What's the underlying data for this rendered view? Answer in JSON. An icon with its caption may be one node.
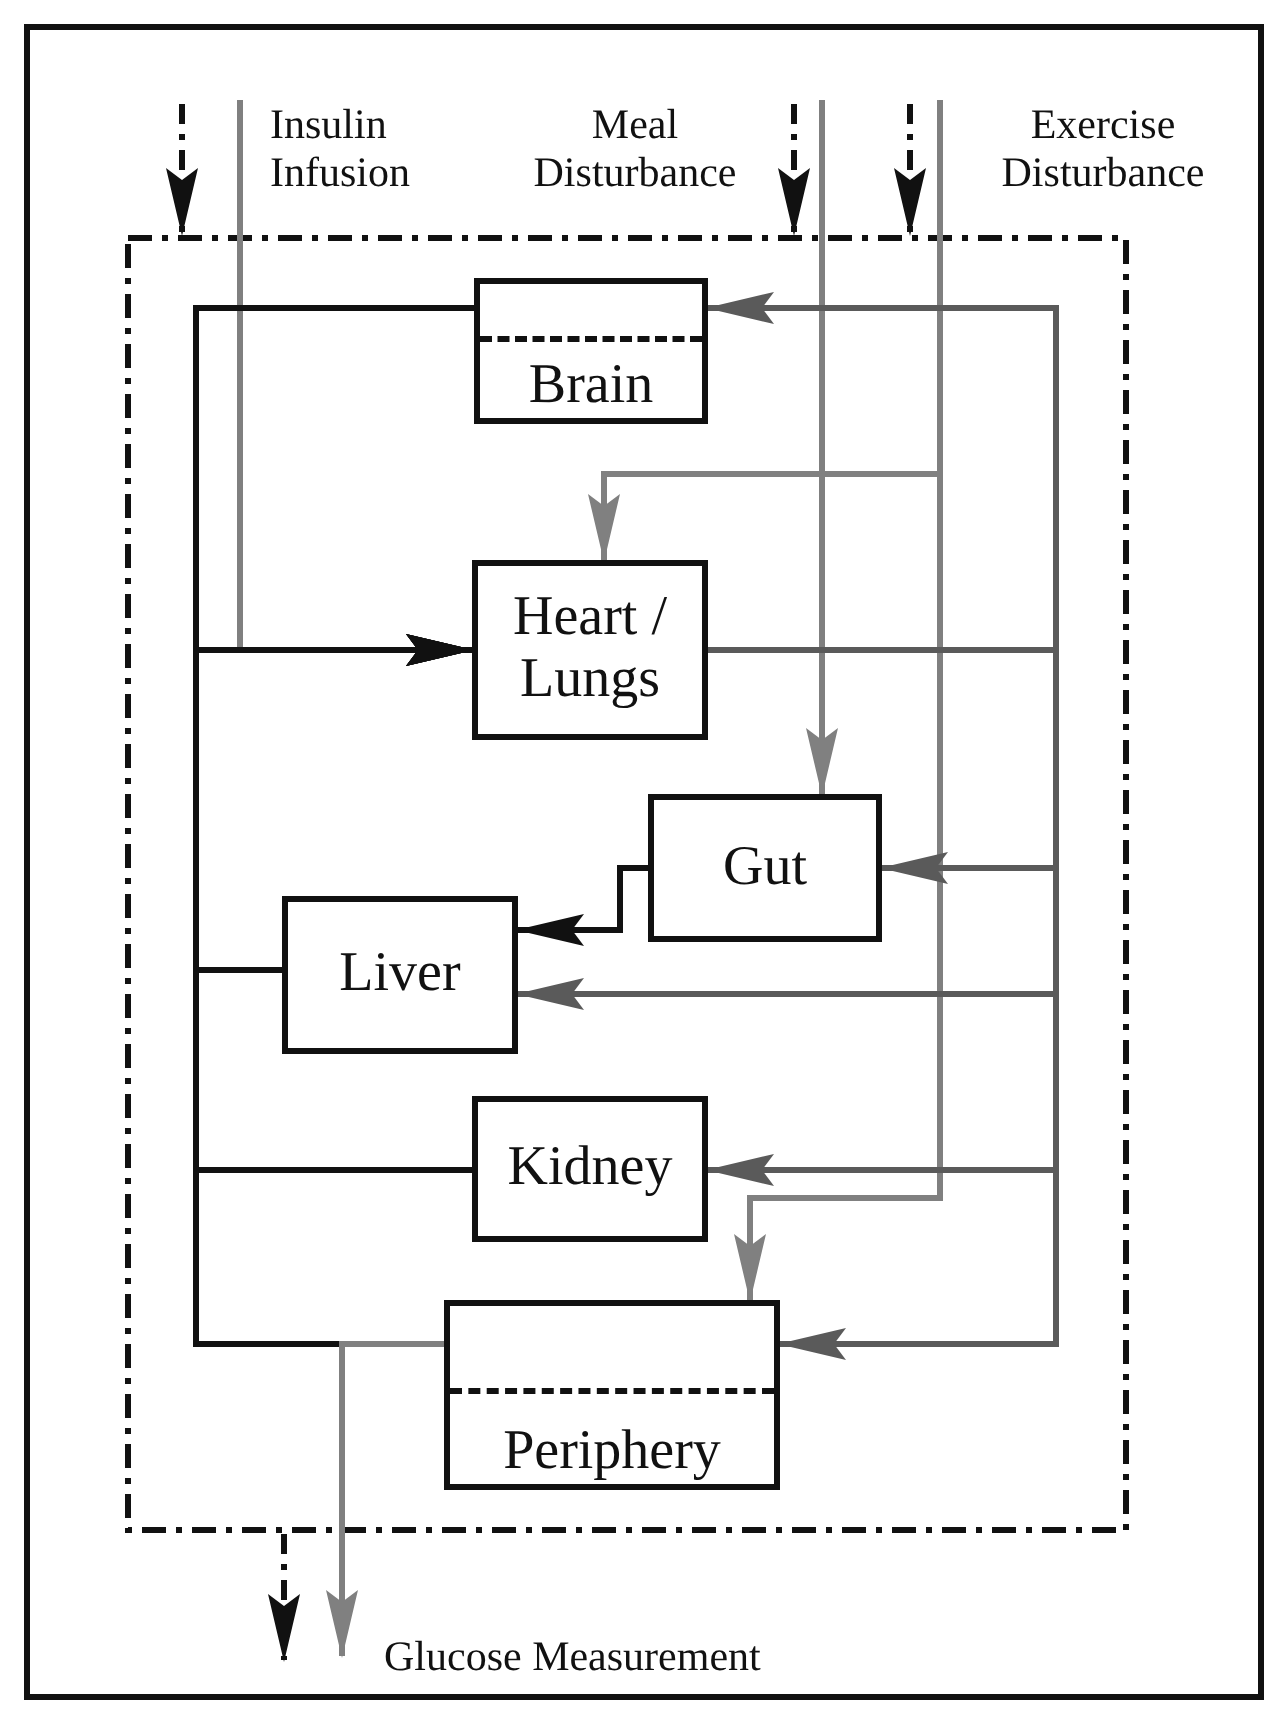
{
  "diagram": {
    "nodes": [
      {
        "text": [],
        "shape": "box"
      },
      {
        "text": [
          "Insulin Infusion"
        ]
      },
      {
        "text": [
          "Meal Disturbance"
        ]
      },
      {
        "text": [
          "Exercise Disturbance"
        ]
      },
      {
        "text": [
          "Brain"
        ],
        "in": 0
      },
      {
        "text": [
          "Heart / Lungs"
        ],
        "in": 0
      },
      {
        "text": [
          "Gut"
        ],
        "in": 0
      },
      {
        "text": [
          "Liver"
        ],
        "in": 0
      },
      {
        "text": [
          "Kidney"
        ],
        "in": 0
      },
      {
        "text": [
          "Periphery"
        ],
        "in": 0
      },
      {
        "text": [
          "Glucose Measurement"
        ]
      }
    ],
    "edges": [
      {
        "from": null,
        "to": 0,
        "arrow": "to",
        "style": "dashed"
      },
      {
        "from": null,
        "to": 0,
        "arrow": "to",
        "style": "dashed"
      },
      {
        "from": null,
        "to": 0,
        "arrow": "to",
        "style": "dashed"
      },
      {
        "from": 0,
        "to": null,
        "arrow": "to",
        "style": "dashed"
      },
      {
        "from": 1,
        "to": 5,
        "arrow": "to",
        "color": "#808080"
      },
      {
        "from": 2,
        "to": 6,
        "arrow": "to",
        "color": "#808080"
      },
      {
        "from": 3,
        "to": 5,
        "arrow": "to",
        "color": "#808080"
      },
      {
        "from": 3,
        "to": 9,
        "arrow": "to",
        "color": "#808080"
      },
      {
        "from": 4,
        "to": 5,
        "arrow": "to"
      },
      {
        "from": 5,
        "to": 4,
        "arrow": "to",
        "color": "#5a5a5a"
      },
      {
        "from": 5,
        "to": 6,
        "arrow": "to",
        "color": "#5a5a5a"
      },
      {
        "from": 5,
        "to": 7,
        "arrow": "to",
        "color": "#5a5a5a"
      },
      {
        "from": 5,
        "to": 8,
        "arrow": "to",
        "color": "#5a5a5a"
      },
      {
        "from": 5,
        "to": 9,
        "arrow": "to",
        "color": "#5a5a5a"
      },
      {
        "from": 6,
        "to": 7,
        "arrow": "to"
      },
      {
        "from": 7,
        "to": 5,
        "arrow": "to"
      },
      {
        "from": 8,
        "to": 5,
        "arrow": "to"
      },
      {
        "from": 9,
        "to": 5,
        "arrow": "to"
      },
      {
        "from": 9,
        "to": 10,
        "arrow": "to",
        "color": "#808080"
      }
    ]
  }
}
